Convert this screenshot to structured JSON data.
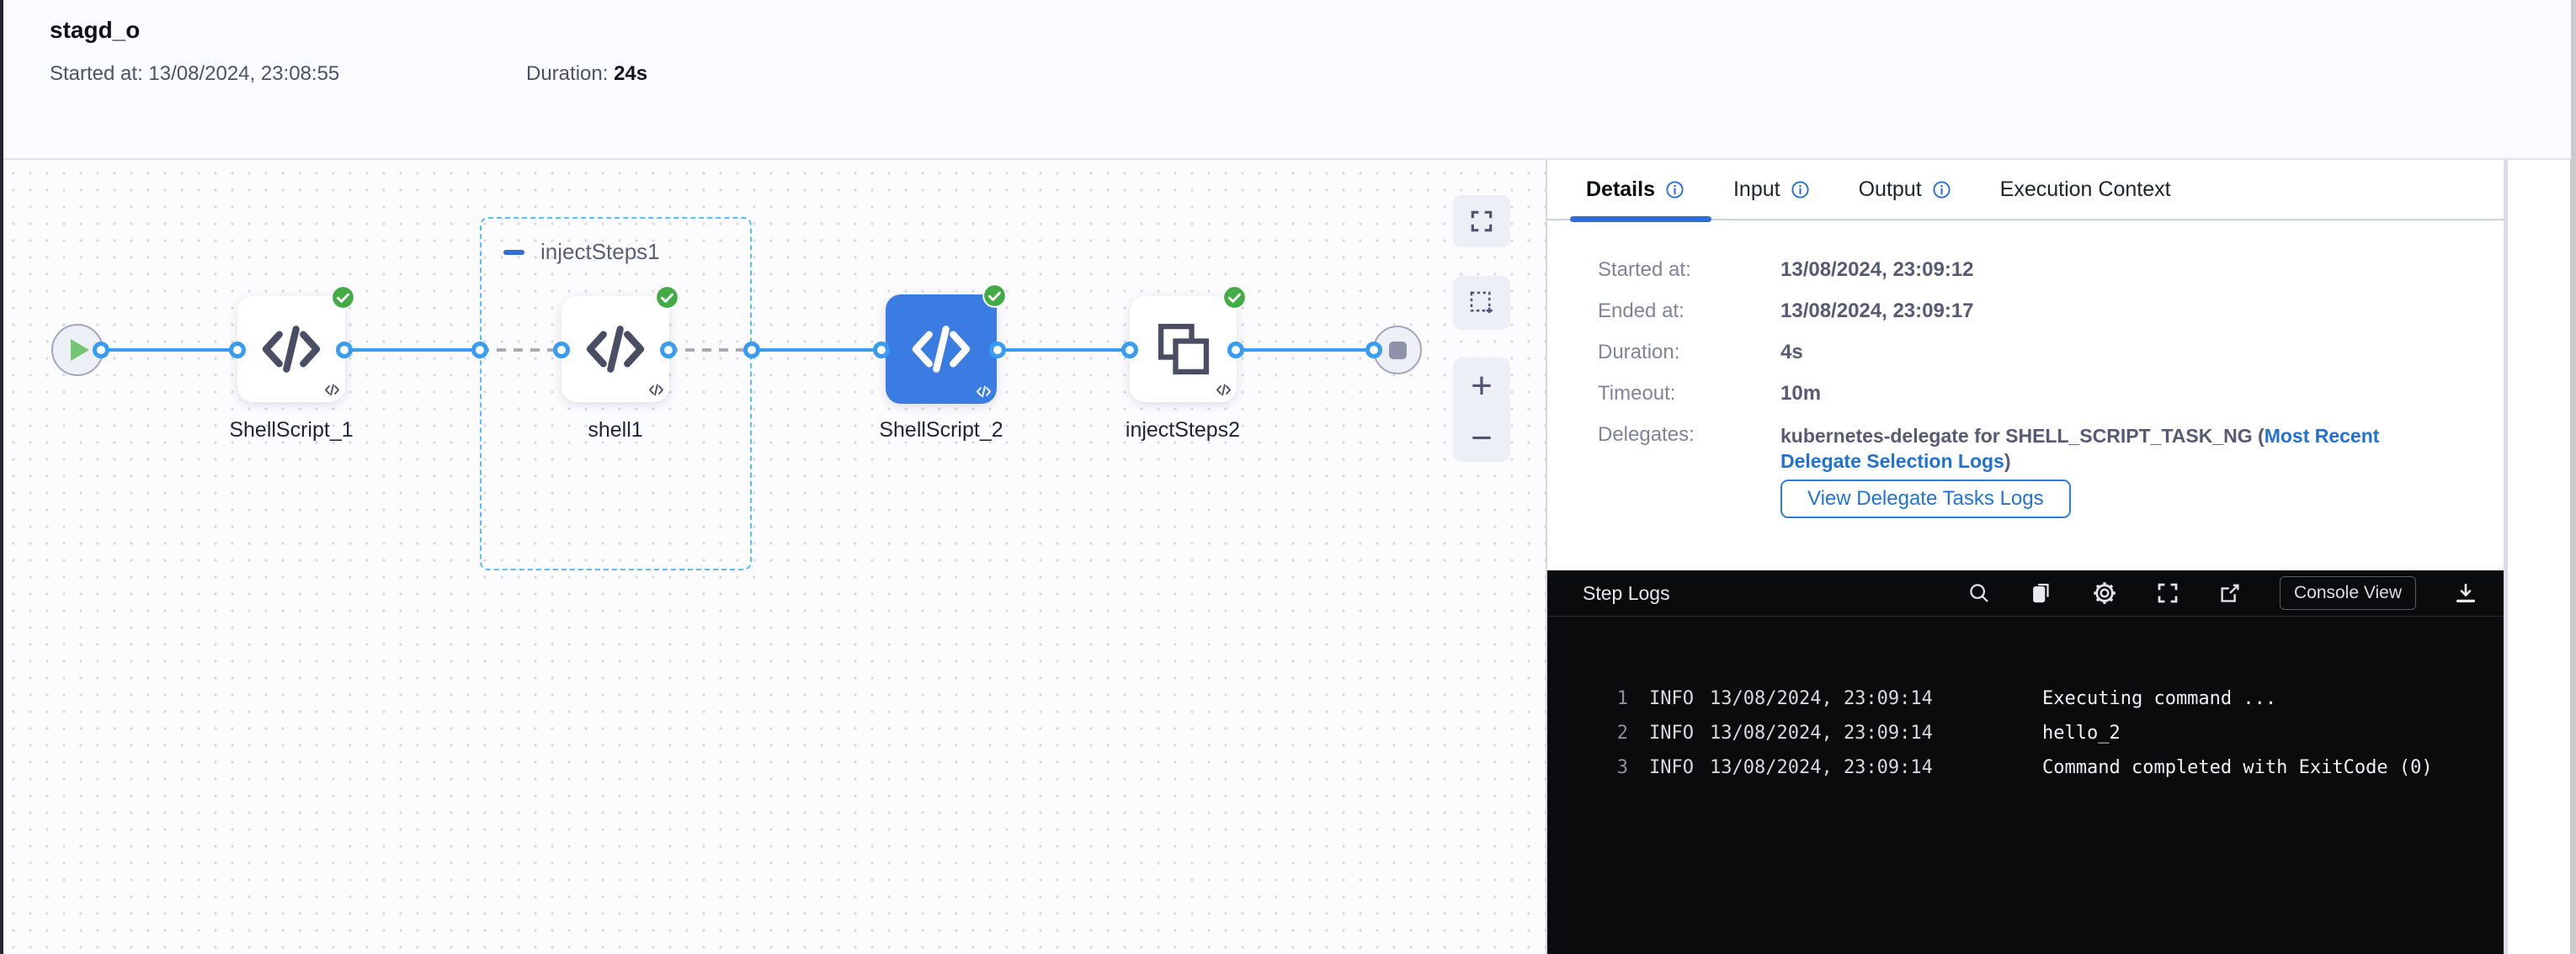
{
  "header": {
    "title": "stagd_o",
    "started_label": "Started at:",
    "started_value": "13/08/2024, 23:08:55",
    "duration_label": "Duration:",
    "duration_value": "24s"
  },
  "graph": {
    "group_label": "injectSteps1",
    "nodes": [
      {
        "label": "ShellScript_1",
        "type": "shell-script",
        "status": "success",
        "selected": false
      },
      {
        "label": "shell1",
        "type": "shell-script",
        "status": "success",
        "selected": false
      },
      {
        "label": "ShellScript_2",
        "type": "shell-script",
        "status": "success",
        "selected": true
      },
      {
        "label": "injectSteps2",
        "type": "step-group",
        "status": "success",
        "selected": false
      }
    ]
  },
  "panel": {
    "tabs": [
      {
        "label": "Details",
        "active": true,
        "has_info_icon": true
      },
      {
        "label": "Input",
        "active": false,
        "has_info_icon": true
      },
      {
        "label": "Output",
        "active": false,
        "has_info_icon": true
      },
      {
        "label": "Execution Context",
        "active": false,
        "has_info_icon": false
      }
    ],
    "details": {
      "rows": [
        {
          "label": "Started at:",
          "value": "13/08/2024, 23:09:12"
        },
        {
          "label": "Ended at:",
          "value": "13/08/2024, 23:09:17"
        },
        {
          "label": "Duration:",
          "value": "4s"
        },
        {
          "label": "Timeout:",
          "value": "10m"
        }
      ],
      "delegates_label": "Delegates:",
      "delegates_text": "kubernetes-delegate for SHELL_SCRIPT_TASK_NG (",
      "delegates_link": "Most Recent Delegate Selection Logs",
      "delegates_suffix": ")",
      "button_label": "View Delegate Tasks Logs"
    },
    "logs": {
      "title": "Step Logs",
      "toolbar_icons": [
        "search",
        "copy",
        "settings",
        "expand",
        "open-in-new",
        "download"
      ],
      "console_button": "Console View",
      "lines": [
        {
          "num": "1",
          "level": "INFO",
          "time": "13/08/2024, 23:09:14",
          "message": "Executing command ..."
        },
        {
          "num": "2",
          "level": "INFO",
          "time": "13/08/2024, 23:09:14",
          "message": "hello_2"
        },
        {
          "num": "3",
          "level": "INFO",
          "time": "13/08/2024, 23:09:14",
          "message": "Command completed with ExitCode (0)"
        }
      ]
    }
  },
  "colors": {
    "accent_blue": "#2e6fd6",
    "edge_blue": "#399cf3",
    "selected_node_blue": "#3a7ce2",
    "success_green": "#42ab45",
    "group_dashed_blue": "#58bdf8",
    "log_background": "#0a0b0d",
    "link_blue": "#2171d3"
  }
}
